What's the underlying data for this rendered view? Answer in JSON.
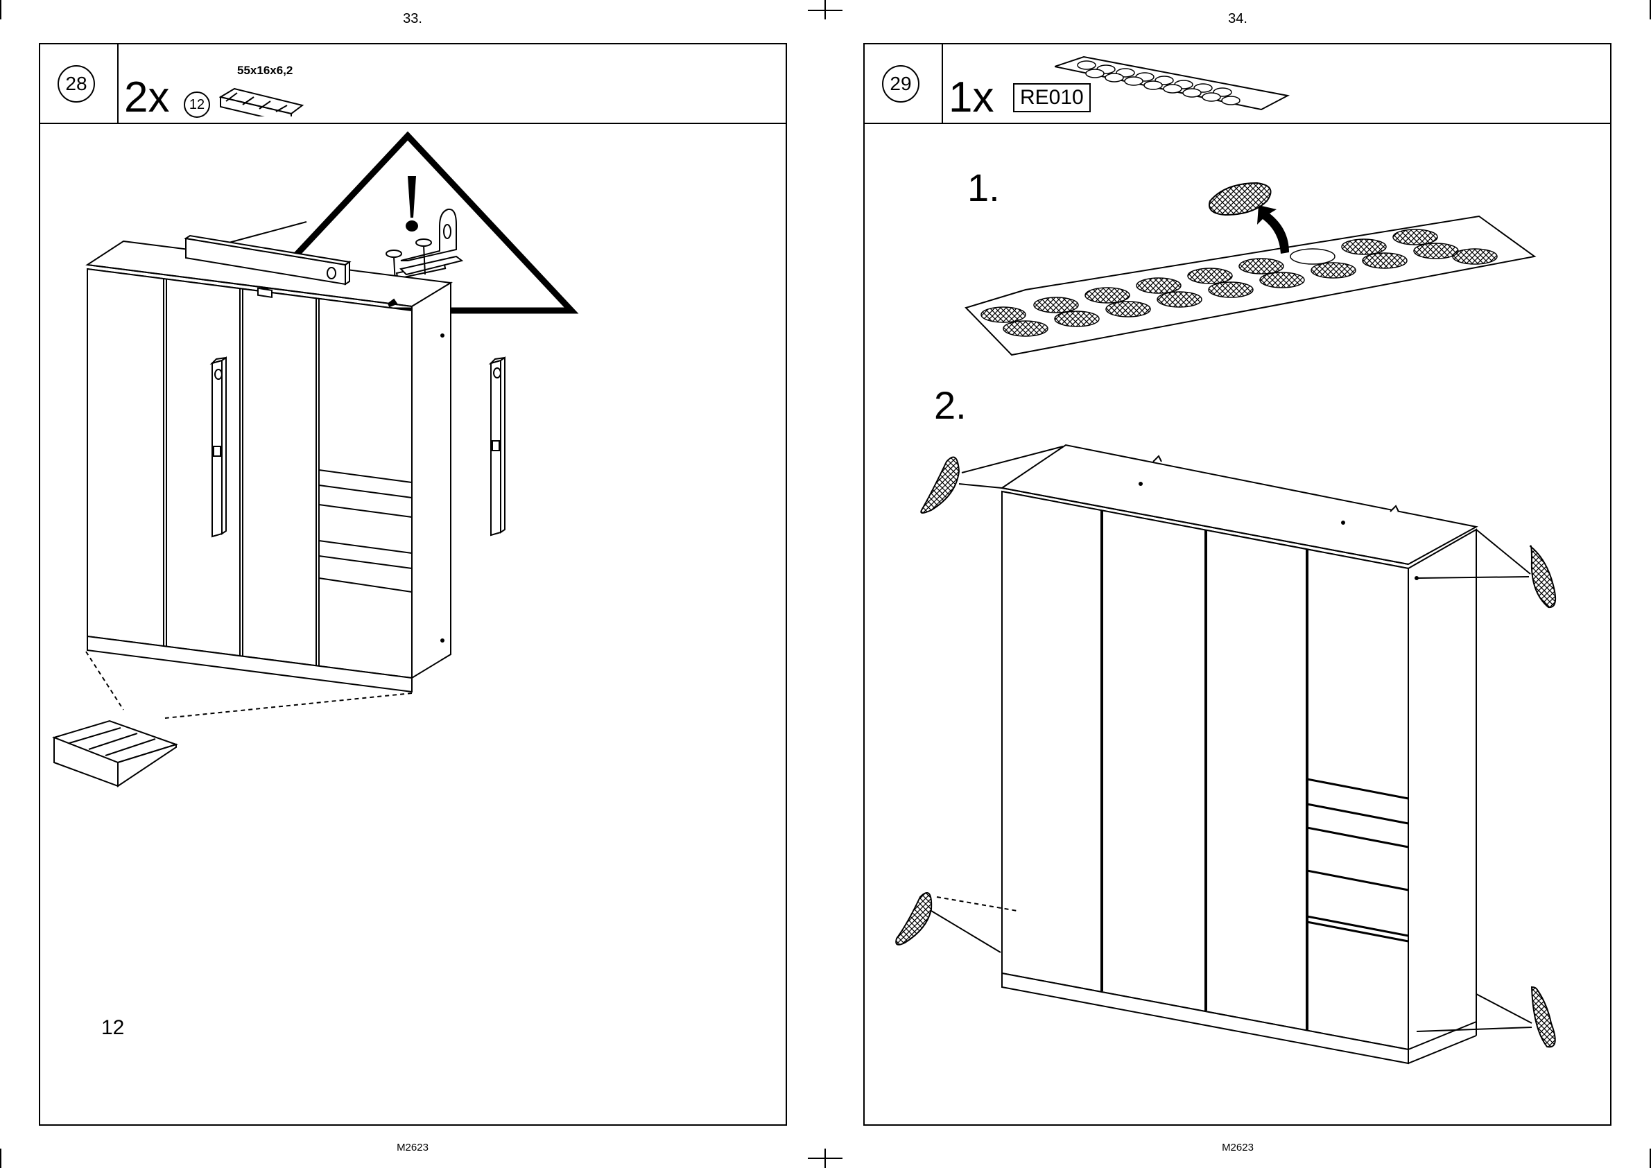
{
  "left_page": {
    "page_number": "33.",
    "footer": "M2623",
    "step": {
      "number": "28",
      "quantity": "2x",
      "part_number": "12",
      "part_dimensions": "55x16x6,2"
    },
    "callout_part_number": "12",
    "icons": [
      "warning-triangle-icon",
      "screw-icon",
      "wall-bracket-icon",
      "spirit-level-icon",
      "wedge-shim-icon",
      "wardrobe-illustration"
    ]
  },
  "right_page": {
    "page_number": "34.",
    "footer": "M2623",
    "step": {
      "number": "29",
      "quantity": "1x",
      "part_code": "RE010"
    },
    "substeps": [
      "1.",
      "2."
    ],
    "icons": [
      "felt-pad-sheet-icon",
      "felt-pad-icon",
      "peel-arrow-icon",
      "wardrobe-illustration"
    ]
  }
}
